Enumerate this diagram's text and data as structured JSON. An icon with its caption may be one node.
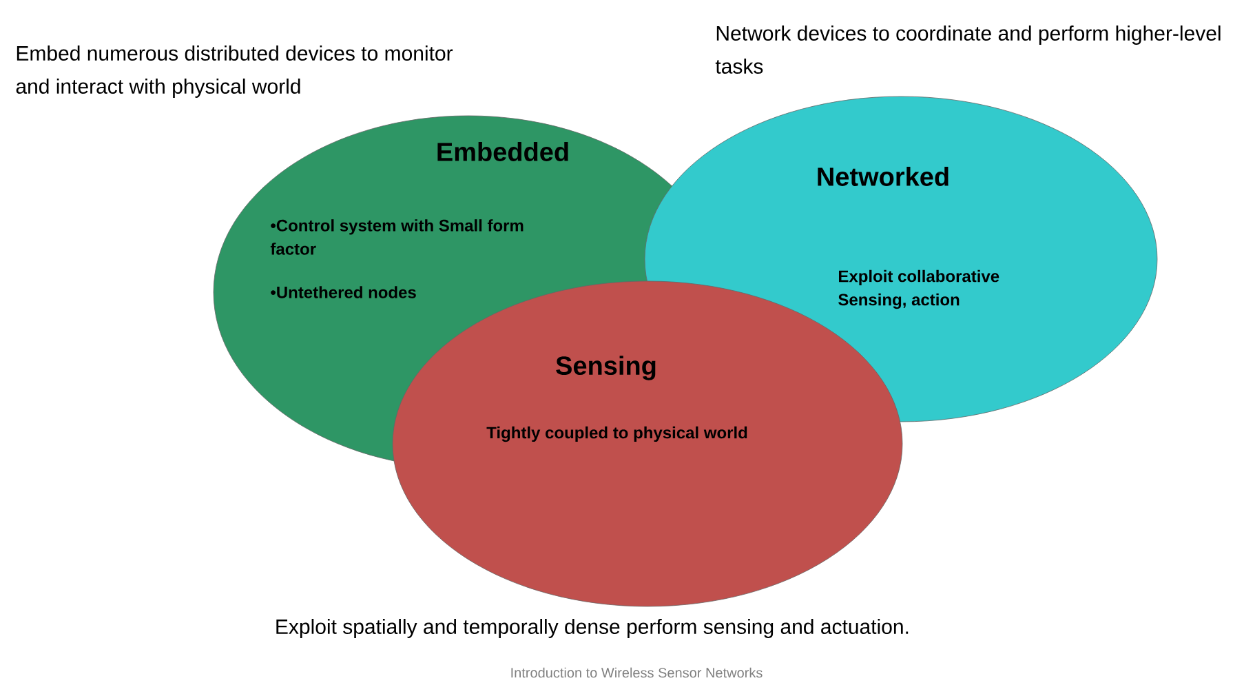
{
  "diagram": {
    "nodes": [
      {
        "text": [
          "Embedded",
          "•Control system with Small form factor",
          "•Untethered nodes"
        ]
      },
      {
        "text": [
          "Networked",
          "Exploit collaborative Sensing, action"
        ]
      },
      {
        "text": [
          "Sensing",
          "Tightly coupled to physical world"
        ]
      }
    ],
    "labels": [
      "Embed numerous distributed devices to monitor and interact with physical world",
      "Network devices to coordinate and perform higher-level tasks",
      "Exploit spatially and temporally dense perform sensing and actuation.",
      "Introduction to Wireless Sensor Networks"
    ]
  }
}
